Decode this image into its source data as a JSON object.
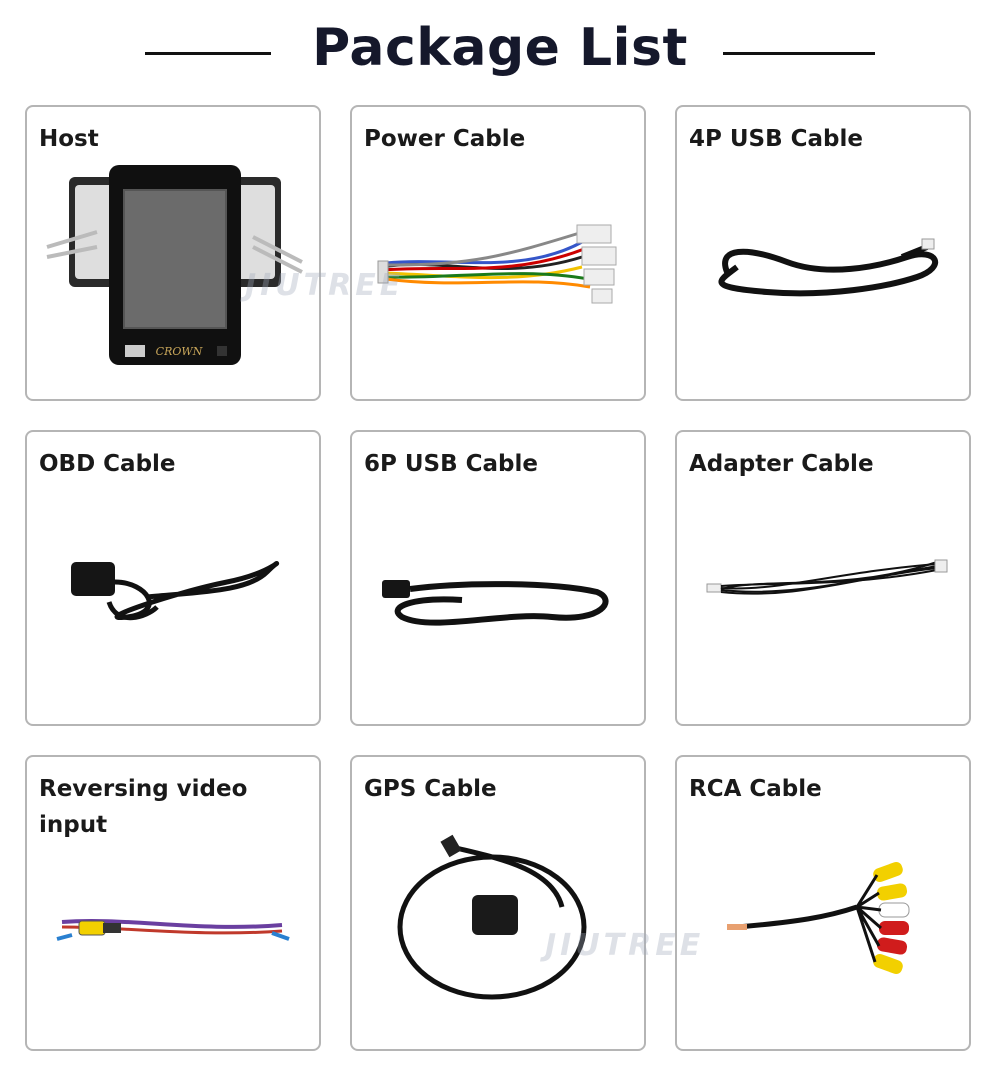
{
  "header": {
    "title": "Package List"
  },
  "items": [
    {
      "label": "Host",
      "icon": "car-head-unit-image",
      "brand_text": "CROWN"
    },
    {
      "label": "Power Cable",
      "icon": "power-harness-image"
    },
    {
      "label": "4P USB Cable",
      "icon": "usb-cable-image"
    },
    {
      "label": "OBD Cable",
      "icon": "obd-cable-image"
    },
    {
      "label": "6P USB Cable",
      "icon": "usb-cable-image"
    },
    {
      "label": "Adapter Cable",
      "icon": "adapter-cable-image"
    },
    {
      "label": "Reversing video input",
      "icon": "video-cable-image"
    },
    {
      "label": "GPS Cable",
      "icon": "gps-antenna-image"
    },
    {
      "label": "RCA Cable",
      "icon": "rca-cable-image"
    }
  ],
  "watermark": {
    "text": "JIUTREE"
  }
}
